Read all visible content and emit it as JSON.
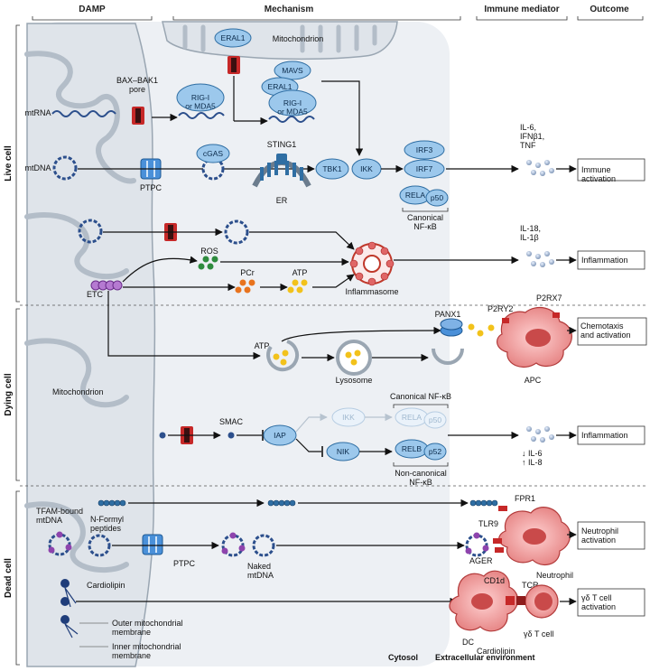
{
  "headers": {
    "damp": "DAMP",
    "mechanism": "Mechanism",
    "immune_mediator": "Immune mediator",
    "outcome": "Outcome"
  },
  "sections": {
    "live": "Live cell",
    "dying": "Dying cell",
    "dead": "Dead cell"
  },
  "regions": {
    "mitochondrion_top": "Mitochondrion",
    "mitochondrion_side": "Mitochondrion",
    "cytosol": "Cytosol",
    "extracellular": "Extracellular environment",
    "outer_membrane": "Outer mitochondrial membrane",
    "inner_membrane": "Inner mitochondrial membrane",
    "er": "ER"
  },
  "damps": {
    "mtrna": "mtRNA",
    "mtdna": "mtDNA",
    "etc": "ETC",
    "tfam_bound": "TFAM-bound mtDNA",
    "n_formyl": "N-Formyl peptides",
    "cardiolipin": "Cardiolipin",
    "naked_mtdna": "Naked mtDNA"
  },
  "proteins": {
    "eral1_top": "ERAL1",
    "bax_bak1": "BAX–BAK1 pore",
    "mavs": "MAVS",
    "eral1_mid": "ERAL1",
    "rigi_left": "RIG-I or MDA5",
    "rigi_right": "RIG-I or MDA5",
    "cgas": "cGAS",
    "sting1": "STING1",
    "tbk1": "TBK1",
    "ikk": "IKK",
    "irf3": "IRF3",
    "irf7": "IRF7",
    "rela": "RELA",
    "p50": "p50",
    "canonical_nfkb": "Canonical NF-κB",
    "ptpc": "PTPC",
    "ptpc_dead": "PTPC",
    "ros": "ROS",
    "pcr": "PCr",
    "atp": "ATP",
    "atp_dying": "ATP",
    "inflammasome": "Inflammasome",
    "panx1": "PANX1",
    "p2ry2": "P2RY2",
    "p2rx7": "P2RX7",
    "apc": "APC",
    "lysosome": "Lysosome",
    "smac": "SMAC",
    "iap": "IAP",
    "ikk_faint": "IKK",
    "rela_faint": "RELA",
    "p50_faint": "p50",
    "canonical_nfkb_dying": "Canonical NF-κB",
    "nik": "NIK",
    "relb": "RELB",
    "p52": "p52",
    "noncanonical_nfkb": "Non-canonical NF-κB",
    "fpr1": "FPR1",
    "tlr9": "TLR9",
    "ager": "AGER",
    "neutrophil": "Neutrophil",
    "cd1d": "CD1d",
    "tcr": "TCR",
    "dc": "DC",
    "cardiolipin_ext": "Cardiolipin",
    "gd_tcell": "γδ T cell"
  },
  "mediators": {
    "m1": "IL-6, IFNβ1, TNF",
    "m2": "IL-18, IL-1β",
    "m3": "↓ IL-6 ↑ IL-8"
  },
  "outcomes": {
    "o1": "Immune activation",
    "o2": "Inflammation",
    "o3": "Chemotaxis and activation",
    "o4": "Inflammation",
    "o5": "Neutrophil activation",
    "o6": "γδ T cell activation"
  },
  "colors": {
    "pill_fill": "#9cc8ec",
    "pill_stroke": "#2f6ea3",
    "cytosol": "#edf0f4",
    "mito": "#dfe4ea",
    "pore_red": "#c62828",
    "ptpc_blue": "#4a90d9",
    "dc_red": "#d9534f",
    "purple": "#7b3f9e",
    "dna_blue": "#2c4f8c"
  }
}
